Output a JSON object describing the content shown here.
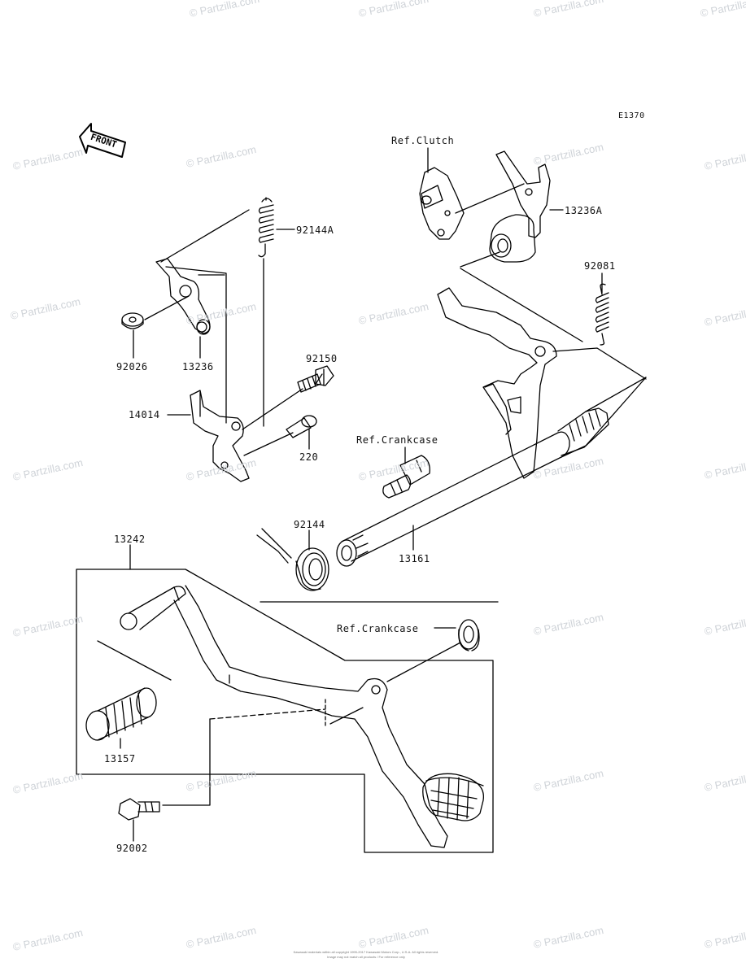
{
  "diagram_code": "E1370",
  "front_label": "FRONT",
  "watermark": "© Partzilla.com",
  "parts": {
    "p92144A": "92144A",
    "p92026": "92026",
    "p13236": "13236",
    "p92150": "92150",
    "p14014": "14014",
    "p220": "220",
    "p13236A": "13236A",
    "p92081": "92081",
    "p92144": "92144",
    "p13242": "13242",
    "p13161": "13161",
    "p13157": "13157",
    "p92002": "92002"
  },
  "refs": {
    "clutch": "Ref.Clutch",
    "crankcase_upper": "Ref.Crankcase",
    "crankcase_lower": "Ref.Crankcase"
  },
  "footer": {
    "line1": "Kawasaki materials within all copyright 1995-2017 Kawasaki Motors Corp., U.S.A. All rights reserved.",
    "line2": "Image may not match all products / For reference only"
  }
}
